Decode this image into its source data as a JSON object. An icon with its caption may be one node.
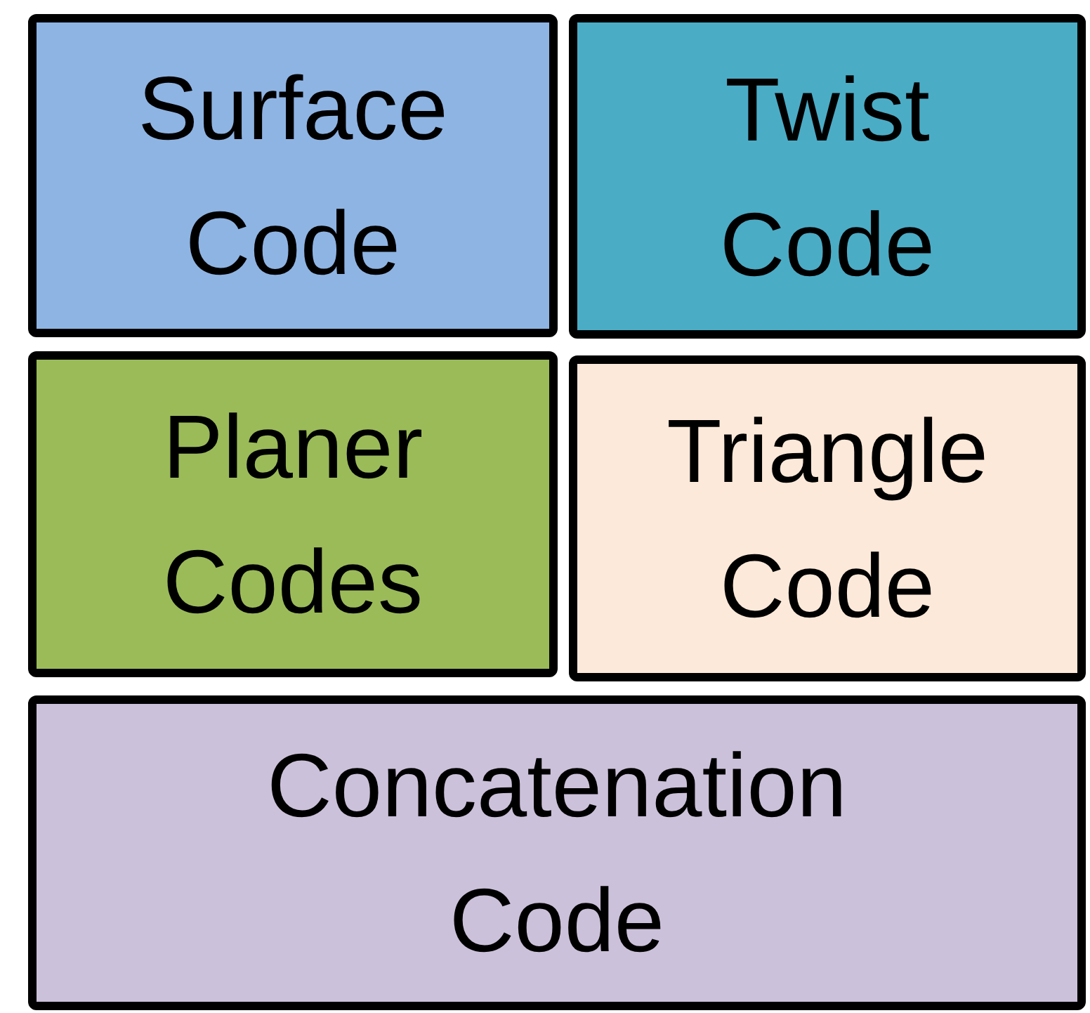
{
  "diagram": {
    "nodes": [
      {
        "text": [
          "Surface Code"
        ]
      },
      {
        "text": [
          "Twist Code"
        ]
      },
      {
        "text": [
          "Planer Codes"
        ]
      },
      {
        "text": [
          "Triangle Code"
        ]
      },
      {
        "text": [
          "Concatenation Code"
        ]
      }
    ]
  }
}
